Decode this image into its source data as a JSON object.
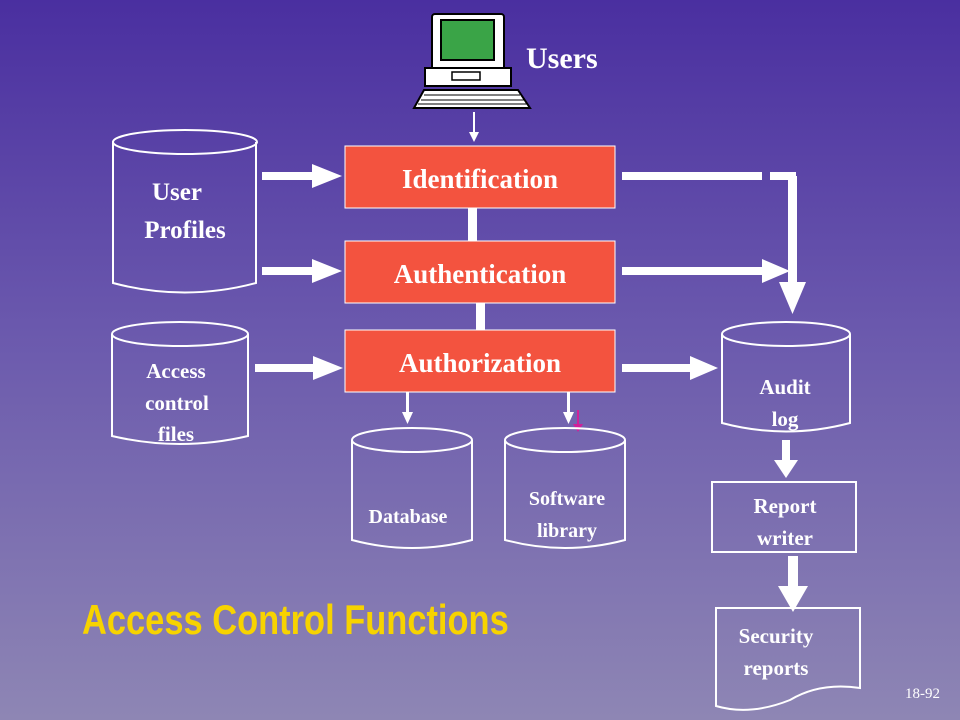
{
  "users_label": "Users",
  "stores": {
    "user_profiles": [
      "User",
      "Profiles"
    ],
    "access_control_files": [
      "Access",
      "control",
      "files"
    ],
    "database": [
      "Database"
    ],
    "software_library": [
      "Software",
      "library"
    ],
    "audit_log": [
      "Audit",
      "log"
    ]
  },
  "functions": {
    "identification": "Identification",
    "authentication": "Authentication",
    "authorization": "Authorization"
  },
  "report_writer": [
    "Report",
    "writer"
  ],
  "security_reports": [
    "Security",
    "reports"
  ],
  "title": "Access Control Functions",
  "slide_number": "18-92",
  "colors": {
    "function_box": "#f3533f",
    "title": "#f7d300",
    "line": "#ffffff",
    "monitor_screen": "#3aa447"
  }
}
